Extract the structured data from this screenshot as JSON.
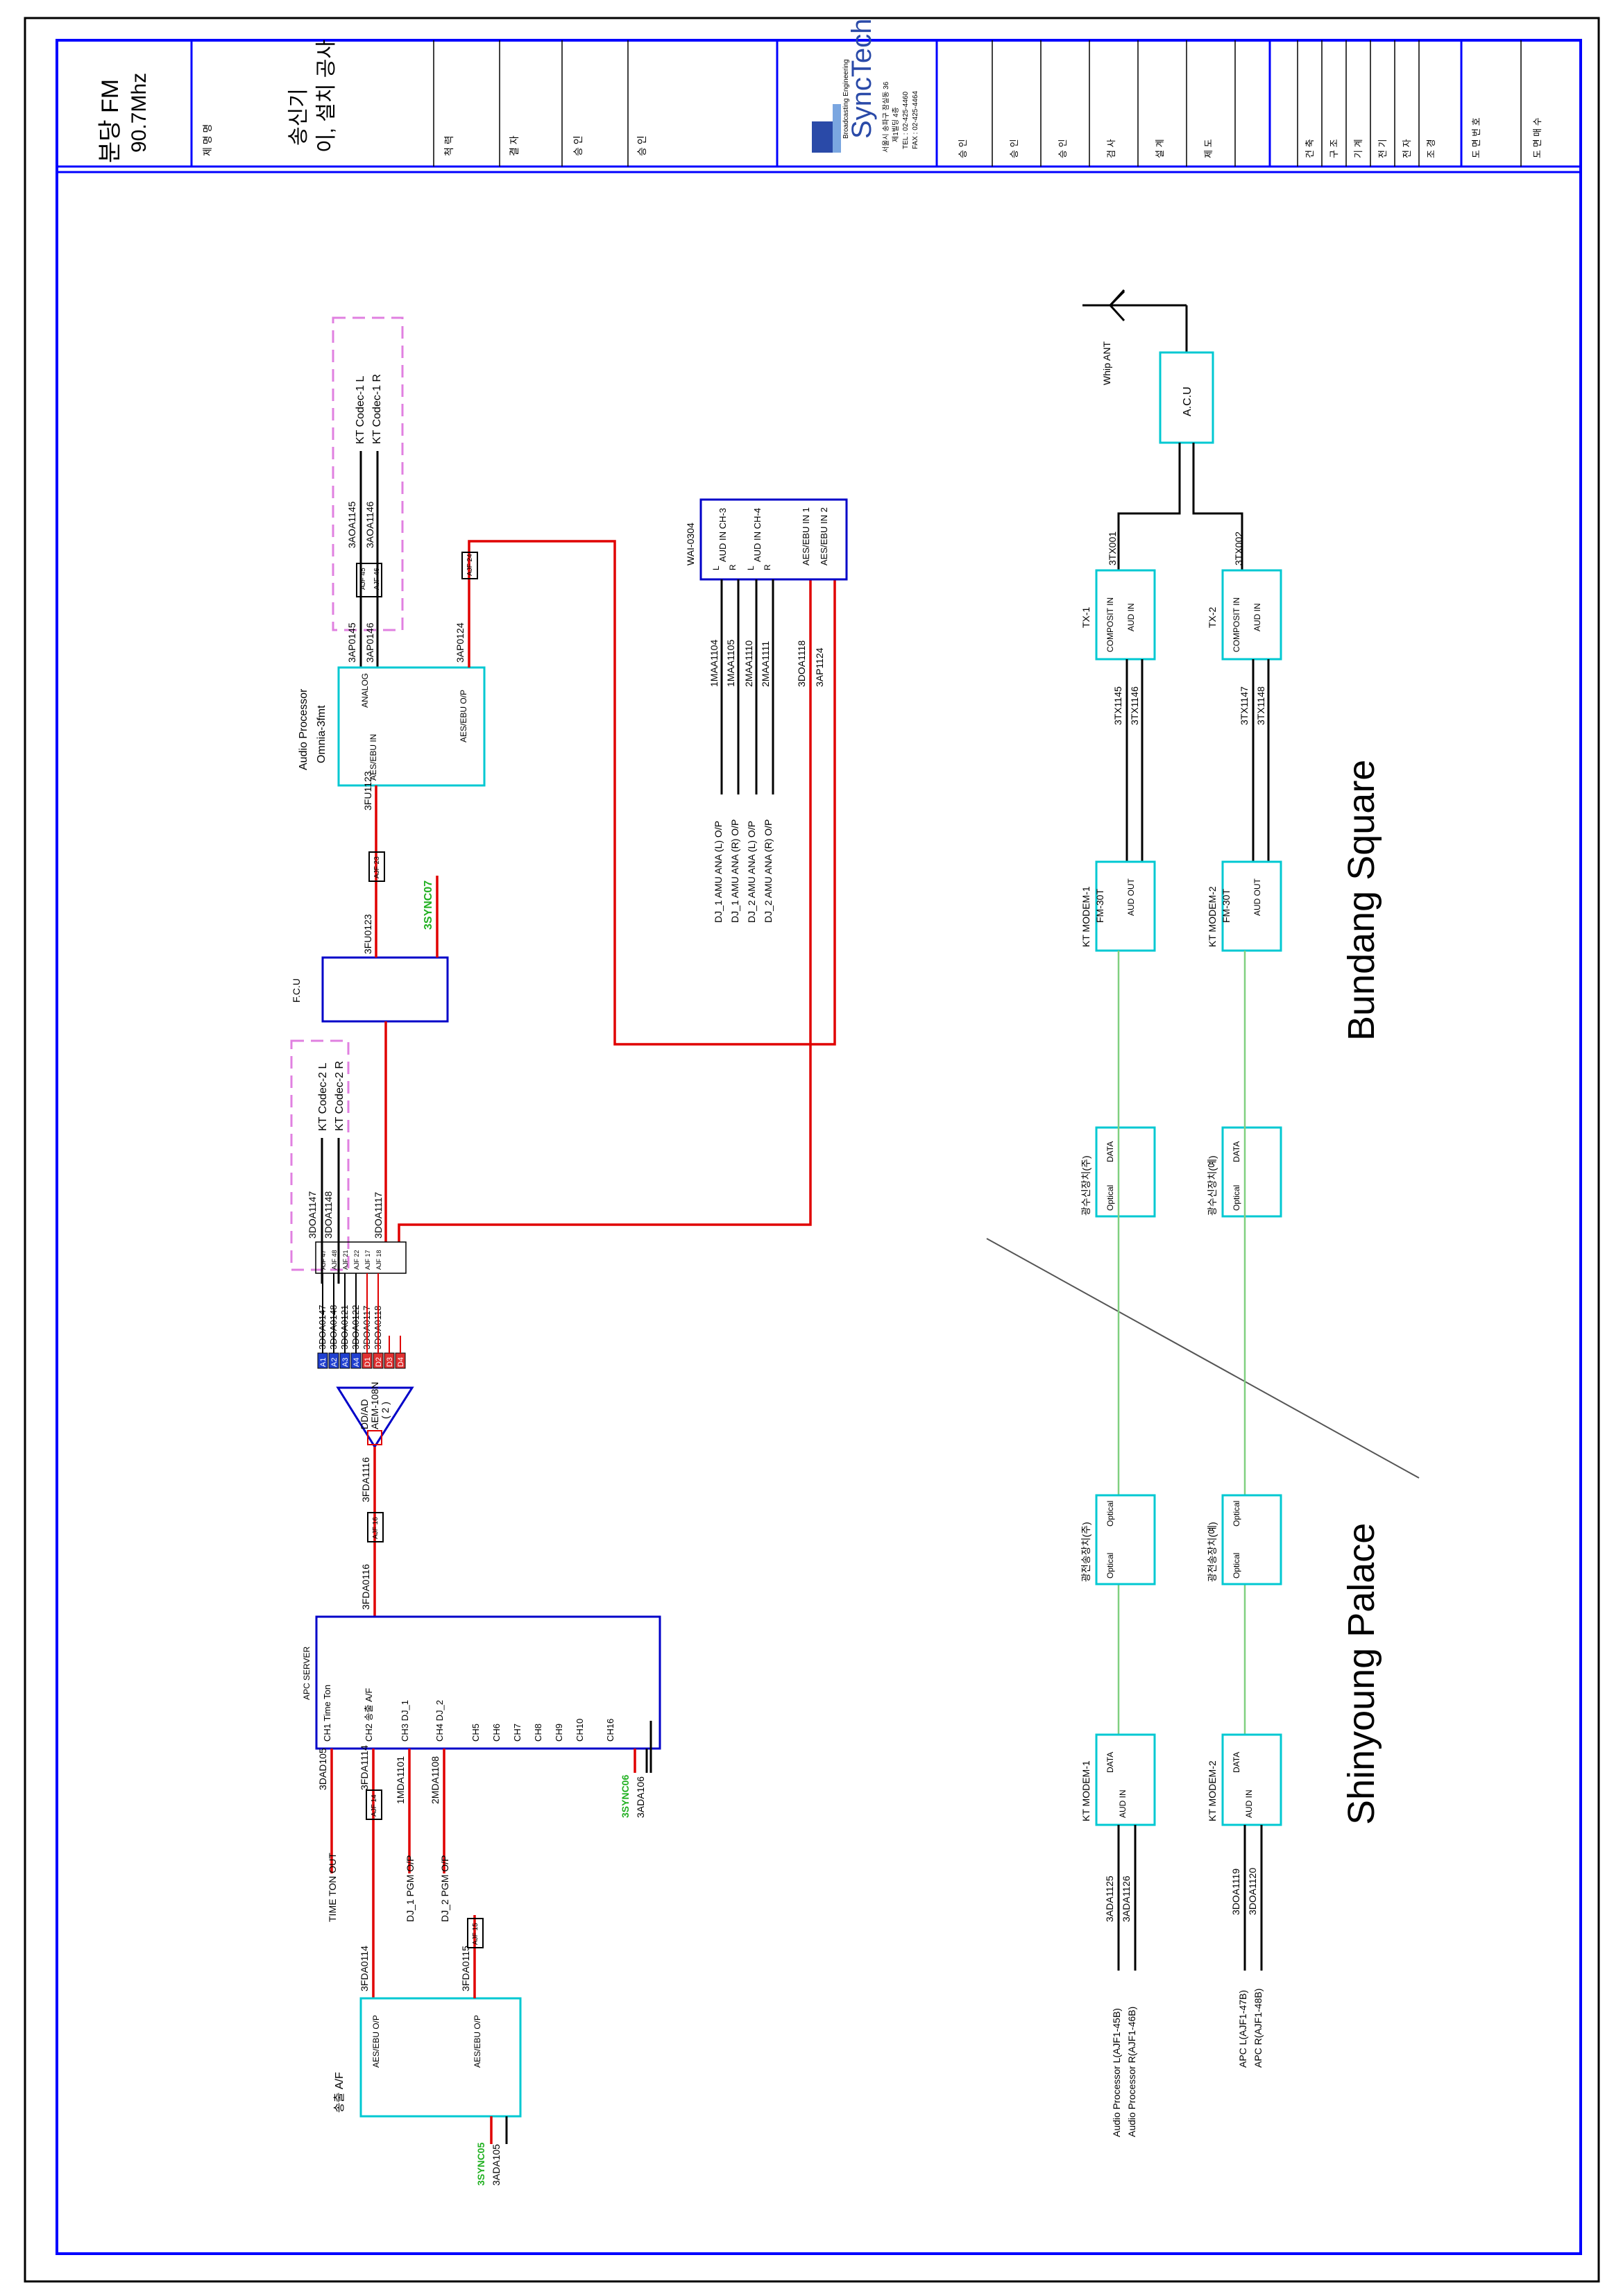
{
  "title_block": {
    "station": "분당 FM",
    "frequency": "90.7Mhz",
    "project_line1": "송신기",
    "project_line2": "이, 설치 공사",
    "label_drawing_name": "제 명 명",
    "field_1": "척 력",
    "field_2": "결 자",
    "field_3": "승 인",
    "field_4": "승 인",
    "company_tagline": "Broadcasting Engineering",
    "company_name": "SyncTech",
    "company_addr_1": "서울시 송파구 잠실동 36",
    "company_addr_2": "제1빌딩 4층",
    "company_tel": "TEL : 02-425-4460",
    "company_fax": "FAX : 02-425-4464",
    "sign_1": "승 인",
    "sign_2": "승 인",
    "sign_3": "승 인",
    "sign_4": "검 사",
    "sign_5": "설 계",
    "sign_6": "제 도",
    "disc_1": "건 축",
    "disc_2": "구 조",
    "disc_3": "기 계",
    "disc_4": "전 기",
    "disc_5": "전 자",
    "disc_6": "조 경",
    "drawing_no_label": "도 면 번 호",
    "sheet_count_label": "도 면 매 수"
  },
  "diagram": {
    "region_a": "Bundang Square",
    "region_b": "Shinyoung Palace",
    "audio_processor": {
      "title": "Audio Processor",
      "model": "Omnia-3fmt",
      "port_analog": "ANALOG",
      "port_aes_in": "AES/EBU IN",
      "port_aes_out": "AES/EBU O/P"
    },
    "codec1": {
      "l": "KT Codec-1 L",
      "r": "KT Codec-1 R",
      "cab_l": "3AOA1145",
      "cab_r": "3AOA1146",
      "cab_in_l": "3AP0145",
      "cab_in_r": "3AP0146",
      "ajf_l": "AJF 45",
      "ajf_r": "AJF 46"
    },
    "codec2": {
      "l": "KT Codec-2 L",
      "r": "KT Codec-2 R",
      "cab_l": "3DOA1147",
      "cab_r": "3DOA1148"
    },
    "fcu": {
      "label": "F.C.U",
      "cab_top": "3FU0123",
      "cab_bot": "3FU1123",
      "ajf": "AJF 23",
      "sync": "3SYNC07"
    },
    "ap_out_cable": "3AP0124",
    "ap_out_ajf": "AJF 24",
    "wai": {
      "title": "WAI-0304",
      "ch3": "AUD IN CH-3",
      "ch4": "AUD IN CH-4",
      "aes1": "AES/EBU IN 1",
      "aes2": "AES/EBU IN 2",
      "l": "L",
      "r": "R"
    },
    "wai_cables": [
      "1MAA1104",
      "1MAA1105",
      "2MAA1110",
      "2MAA1111",
      "3DOA1118",
      "3AP1124"
    ],
    "wai_sources": [
      "DJ_1 AMU ANA (L) O/P",
      "DJ_1 AMU ANA (R) O/P",
      "DJ_2 AMU ANA (L) O/P",
      "DJ_2 AMU ANA (R) O/P"
    ],
    "ddad": {
      "label": "DD/AD",
      "model": "AEM-108N",
      "num": "( 2 )",
      "in_cable": "3FDA1116",
      "ajf": "AJF 16",
      "in_cable_2": "3FDA0116"
    },
    "ddad_outputs": [
      {
        "port": "A1",
        "cable": "3DOA0147",
        "ajf": "AJF 47"
      },
      {
        "port": "A2",
        "cable": "3DOA0148",
        "ajf": "AJF 48"
      },
      {
        "port": "A3",
        "cable": "3DOA0121",
        "ajf": "AJF 21"
      },
      {
        "port": "A4",
        "cable": "3DOA0122",
        "ajf": "AJF 22"
      },
      {
        "port": "D1",
        "cable": "3DOA0117",
        "ajf": "AJF 17"
      },
      {
        "port": "D2",
        "cable": "3DOA0118",
        "ajf": "AJF 18"
      },
      {
        "port": "D3",
        "cable": "",
        "ajf": ""
      },
      {
        "port": "D4",
        "cable": "",
        "ajf": ""
      }
    ],
    "ddad_out_cable": "3DOA1117",
    "apc": {
      "title": "APC SERVER",
      "channels": [
        "CH1  Time Ton",
        "CH2  송출 A/F",
        "CH3  DJ_1",
        "CH4  DJ_2",
        "CH5",
        "CH6",
        "CH7",
        "CH8",
        "CH9",
        "CH10",
        "CH16"
      ],
      "sync": "3SYNC06",
      "ref": "3ADA106"
    },
    "apc_inputs": [
      {
        "source": "TIME TON OUT",
        "cable": "3DAD105"
      },
      {
        "source": "",
        "cable": "3FDA1114",
        "ajf": "AJF 14"
      },
      {
        "source": "DJ_1 PGM O/P",
        "cable": "1MDA1101"
      },
      {
        "source": "DJ_2 PGM O/P",
        "cable": "2MDA1108"
      }
    ],
    "af_unit": {
      "title": "송출 A/F",
      "port1": "AES/EBU O/P",
      "port2": "AES/EBU O/P",
      "cable1": "3FDA0114",
      "cable2": "3FDA0115",
      "ajf15": "AJF 15",
      "sync": "3SYNC05",
      "ref": "3ADA105"
    },
    "bundang": {
      "antenna": "Whip ANT",
      "acu": "A.C.U",
      "tx1": {
        "title": "TX-1",
        "port": "COMPOSIT IN",
        "aud": "AUD IN",
        "cab": "3TX001",
        "cab_l": "3TX1145",
        "cab_r": "3TX1146"
      },
      "tx2": {
        "title": "TX-2",
        "port": "COMPOSIT IN",
        "aud": "AUD IN",
        "cab": "3TX002",
        "cab_l": "3TX1147",
        "cab_r": "3TX1148"
      },
      "modem1": {
        "title": "KT MODEM-1",
        "model": "FM-30T",
        "port": "AUD OUT"
      },
      "modem2": {
        "title": "KT MODEM-2",
        "model": "FM-30T",
        "port": "AUD OUT"
      },
      "rx1": {
        "title": "광수신장치(주)",
        "p1": "Optical",
        "p2": "DATA"
      },
      "rx2": {
        "title": "광수신장치(예)",
        "p1": "Optical",
        "p2": "DATA"
      }
    },
    "shinyoung": {
      "tx1": {
        "title": "광전송장치(주)",
        "p1": "Optical",
        "p2": "Optical"
      },
      "tx2": {
        "title": "광전송장치(예)",
        "p1": "Optical",
        "p2": "Optical"
      },
      "modem1": {
        "title": "KT MODEM-1",
        "port": "AUD IN",
        "data": "DATA",
        "cab_l": "3ADA1125",
        "cab_r": "3ADA1126"
      },
      "modem2": {
        "title": "KT MODEM-2",
        "port": "AUD IN",
        "data": "DATA",
        "cab_l": "3DOA1119",
        "cab_r": "3DOA1120"
      },
      "src1_l": "Audio Processor L(AJF1-45B)",
      "src1_r": "Audio Processor R(AJF1-46B)",
      "src2_l": "APC L(AJF1-47B)",
      "src2_r": "APC R(AJF1-48B)"
    },
    "lr_l": "L",
    "lr_r": "R"
  }
}
